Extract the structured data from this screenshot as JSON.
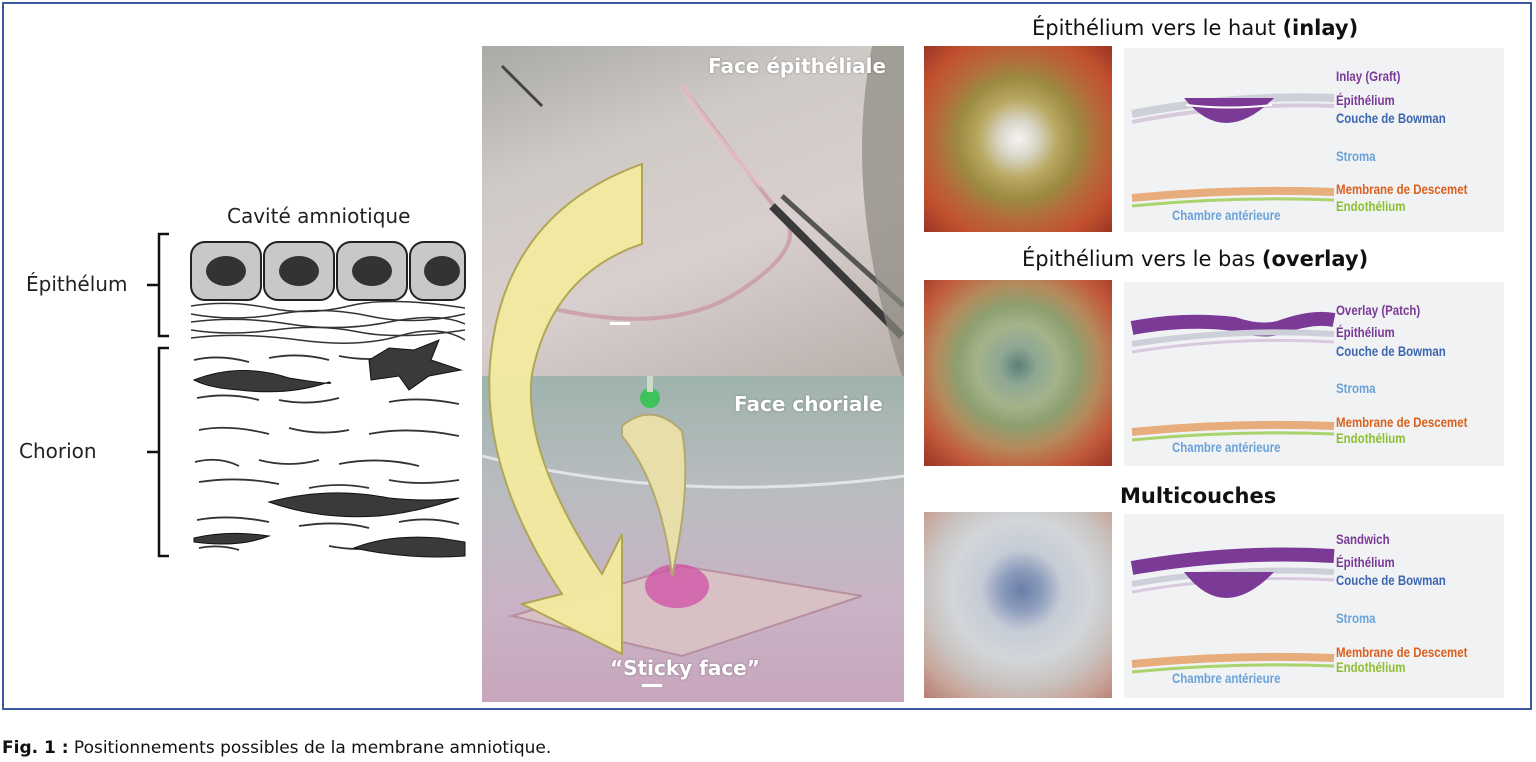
{
  "left": {
    "cavity_label": "Cavité amniotique",
    "epithelium_label": "Épithélum",
    "chorion_label": "Chorion"
  },
  "middle": {
    "epithelial_face": "Face épithéliale",
    "chorial_face": "Face choriale",
    "sticky_face": "“Sticky face”"
  },
  "right": {
    "sections": [
      {
        "title_plain": "Épithélium vers le haut ",
        "title_bold": "(inlay)",
        "labels": {
          "graft": "Inlay (Graft)",
          "epithelium": "Épithélium",
          "bowman": "Couche de Bowman",
          "stroma": "Stroma",
          "descemet": "Membrane de Descemet",
          "endothelium": "Endothélium",
          "chamber": "Chambre antérieure"
        }
      },
      {
        "title_plain": "Épithélium vers le bas ",
        "title_bold": "(overlay)",
        "labels": {
          "graft": "Overlay (Patch)",
          "epithelium": "Épithélium",
          "bowman": "Couche de Bowman",
          "stroma": "Stroma",
          "descemet": "Membrane de Descemet",
          "endothelium": "Endothélium",
          "chamber": "Chambre antérieure"
        }
      },
      {
        "title_plain": "",
        "title_bold": "Multicouches",
        "labels": {
          "graft": "Sandwich",
          "epithelium": "Épithélium",
          "bowman": "Couche de Bowman",
          "stroma": "Stroma",
          "descemet": "Membrane de Descemet",
          "endothelium": "Endothélium",
          "chamber": "Chambre antérieure"
        }
      }
    ]
  },
  "caption": {
    "prefix": "Fig. 1 :",
    "text": " Positionnements possibles de la membrane amniotique."
  },
  "colors": {
    "frame": "#3c5aa0",
    "graft": "#7b3a96",
    "bowman": "#3d66b0",
    "stroma": "#6aa3d8",
    "descemet": "#d9601e",
    "endothelium": "#8cbf32",
    "chamber": "#6aa3d8"
  }
}
